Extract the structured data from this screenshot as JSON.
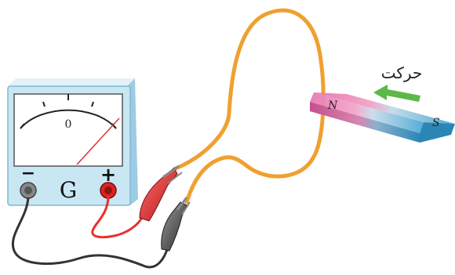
{
  "galvanometer": {
    "zero_label": "0",
    "symbol": "G",
    "minus_label": "−",
    "plus_label": "+"
  },
  "magnet": {
    "north_label": "N",
    "south_label": "S"
  },
  "motion": {
    "label": "حرکت"
  },
  "colors": {
    "wire": "#f0a030",
    "meter_body": "#c9e6f3",
    "meter_edge": "#7fb8d6",
    "red_lead": "#e8322f",
    "black_lead": "#333333",
    "arrow": "#5cb848"
  },
  "icons": [
    "arrow-left-icon"
  ]
}
